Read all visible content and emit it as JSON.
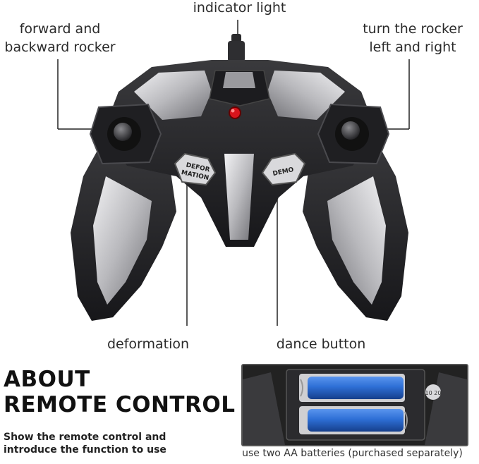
{
  "callouts": {
    "indicator_light": "indicator light",
    "forward_rocker": [
      "forward and",
      "backward rocker"
    ],
    "turn_rocker": [
      "turn the rocker",
      "left and right"
    ],
    "deformation": "deformation",
    "dance_button": "dance button"
  },
  "controller": {
    "button_left": [
      "DEFOR",
      "MATION"
    ],
    "button_right": "DEMO"
  },
  "about": {
    "heading_line1": "ABOUT",
    "heading_line2": "REMOTE CONTROL",
    "description_line1": "Show the remote control and",
    "description_line2": "introduce the function to use"
  },
  "battery": {
    "caption": "use two AA batteries (purchased separately)",
    "compartment_mark": "10 20"
  },
  "colors": {
    "controller_body": "#2a2a2c",
    "silver_panel": "#c9c9cc",
    "indicator": "#d8141c",
    "battery": "#2e6fd6"
  }
}
